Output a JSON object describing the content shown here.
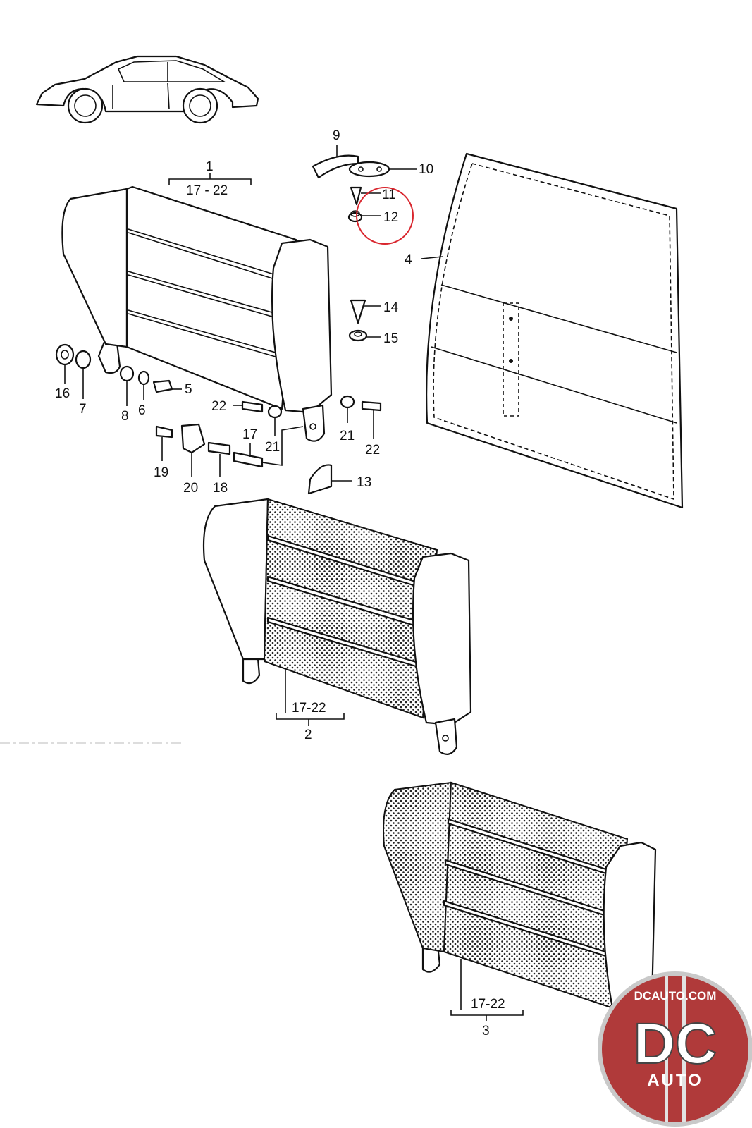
{
  "diagram": {
    "labels": {
      "p1": "1",
      "p1_range": "17 - 22",
      "p2": "2",
      "p2_range": "17-22",
      "p3": "3",
      "p3_range": "17-22",
      "p4": "4",
      "p5": "5",
      "p6": "6",
      "p7": "7",
      "p8": "8",
      "p9": "9",
      "p10": "10",
      "p11": "11",
      "p12": "12",
      "p13": "13",
      "p14": "14",
      "p15": "15",
      "p16": "16",
      "p17": "17",
      "p18": "18",
      "p19": "19",
      "p20": "20",
      "p21a": "21",
      "p21b": "21",
      "p22a": "22",
      "p22b": "22"
    },
    "highlight": {
      "part": "12",
      "color": "#d9262e"
    }
  },
  "logo": {
    "site": "DCAUTO.COM",
    "initials": "DC",
    "word": "AUTO",
    "colors": {
      "ring": "#c9c9c9",
      "face": "#b03a3a",
      "stripe": "#e2e2e2"
    }
  }
}
